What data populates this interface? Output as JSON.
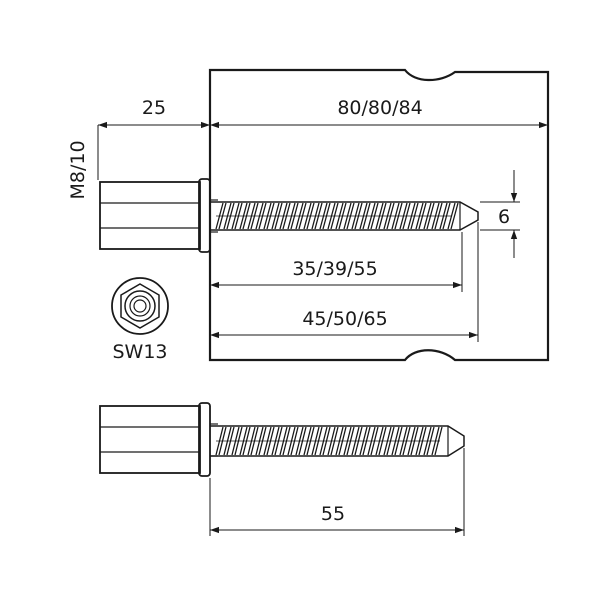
{
  "labels": {
    "head_length": "25",
    "substrate_thickness": "80/80/84",
    "thread_size": "M8/10",
    "tip_diameter": "6",
    "thread_length": "35/39/55",
    "screw_length": "45/50/65",
    "wrench_size": "SW13",
    "variant_length": "55"
  },
  "colors": {
    "line": "#1a1a1a",
    "background": "#ffffff"
  }
}
